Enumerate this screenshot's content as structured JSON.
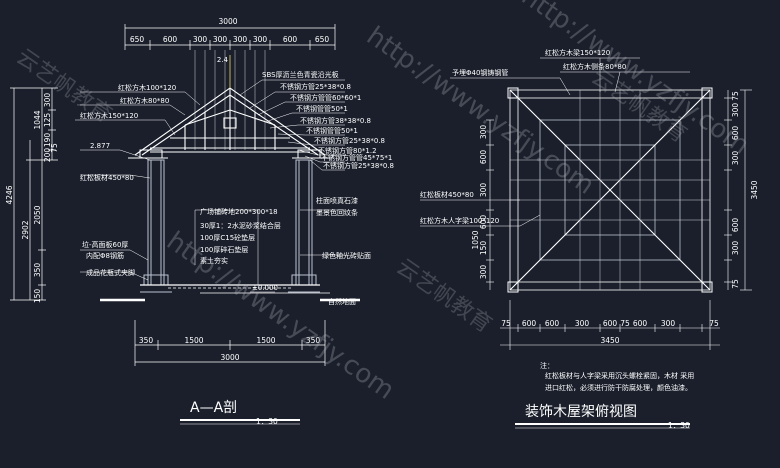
{
  "section": {
    "title": "A—A剖",
    "scale": "1：30",
    "top_dims": [
      "3000",
      "650",
      "600",
      "300",
      "300",
      "300",
      "300",
      "600",
      "650"
    ],
    "bottom_dims": [
      "350",
      "1500",
      "1500",
      "350",
      "3000"
    ],
    "left_dims": [
      "4246",
      "2902",
      "2050",
      "350",
      "150",
      "1044",
      "300",
      "125",
      "190",
      "200",
      "75"
    ],
    "left_labels": [
      "红松方木100*120",
      "红松方木80*80",
      "红松方木150*120",
      "红松板材450*80",
      "2.877",
      "垃-高面板60厚",
      "内配Φ8钢筋",
      "成品花瓶式夹脚"
    ],
    "right_labels": [
      "SBS厚沥兰色青瓷沿光板",
      "不锈钢方管25*38*0.8",
      "不锈钢方管管60*60*1",
      "不锈钢管管50*1",
      "不锈钢方管38*38*0.8",
      "不锈钢管管50*1",
      "不锈钢方管25*38*0.8",
      "不锈钢方管80*1.2",
      "不锈钢方管管45*75*1",
      "不锈钢方管25*38*0.8"
    ],
    "floor_labels": [
      "广场铺砖地200*300*18",
      "30厚1：2水泥砂浆结合层",
      "100厚C15砼垫层",
      "100厚碎石垫层",
      "素土夯实"
    ],
    "mid_labels": [
      "柱面喷真石漆",
      "墨景色回纹条",
      "绿色釉光砖贴面"
    ],
    "level_zero": "±0.000",
    "ground": "自然地面",
    "ridge": "2.4"
  },
  "plan": {
    "title": "装饰木屋架俯视图",
    "scale": "1：30",
    "top_labels": [
      "红松方木梁150*120",
      "红松方木侧条80*80",
      "予埋Φ40钢铸钢管"
    ],
    "left_labels": [
      "红松板材450*80",
      "红松方木人字梁100*120"
    ],
    "bottom_dims": [
      "75",
      "600",
      "600",
      "300",
      "600",
      "75",
      "600",
      "300",
      "75",
      "3450"
    ],
    "right_dims": [
      "3450",
      "75",
      "300",
      "600",
      "300",
      "600",
      "300",
      "75"
    ],
    "left_dims": [
      "300",
      "600",
      "300",
      "600",
      "150",
      "1050",
      "300"
    ],
    "note_heading": "注：",
    "note_lines": [
      "红松板材与人字梁采用沉头螺栓紧固，木材  采用",
      "进口红松，必须进行防干防腐处理，颜色油漆。"
    ]
  },
  "watermarks": [
    "http://www.yzfjy.com",
    "云艺帆教育"
  ],
  "colors": {
    "background": "#1a1f2b",
    "line": "#ffffff",
    "structure": "#bcc3d0",
    "accent_yellow": "#e8d76a",
    "accent_green": "#7fc87a"
  }
}
